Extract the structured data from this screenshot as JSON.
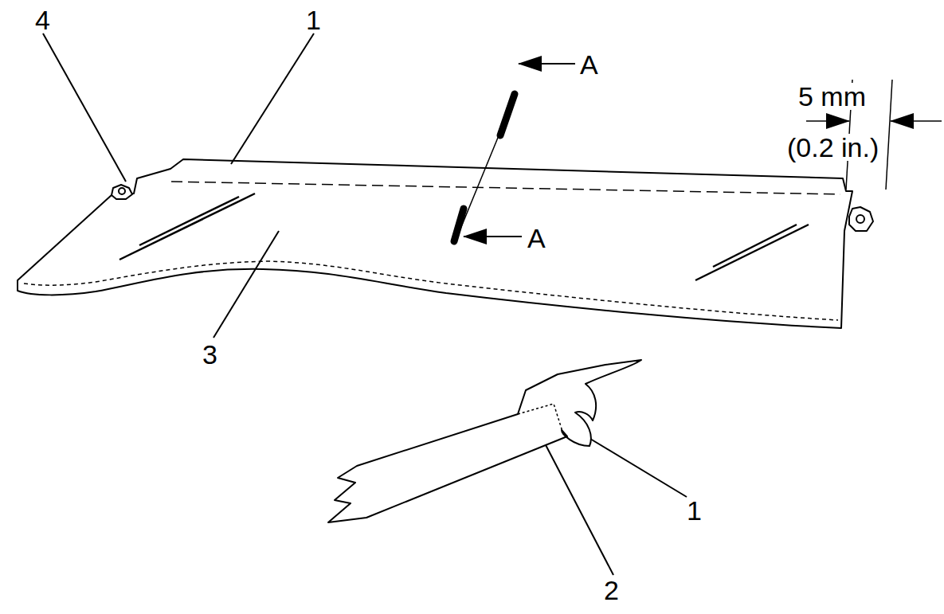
{
  "diagram": {
    "labels": [
      "4",
      "1",
      "A",
      "5 mm",
      "(0.2 in.)",
      "A",
      "3",
      "1",
      "2"
    ]
  }
}
